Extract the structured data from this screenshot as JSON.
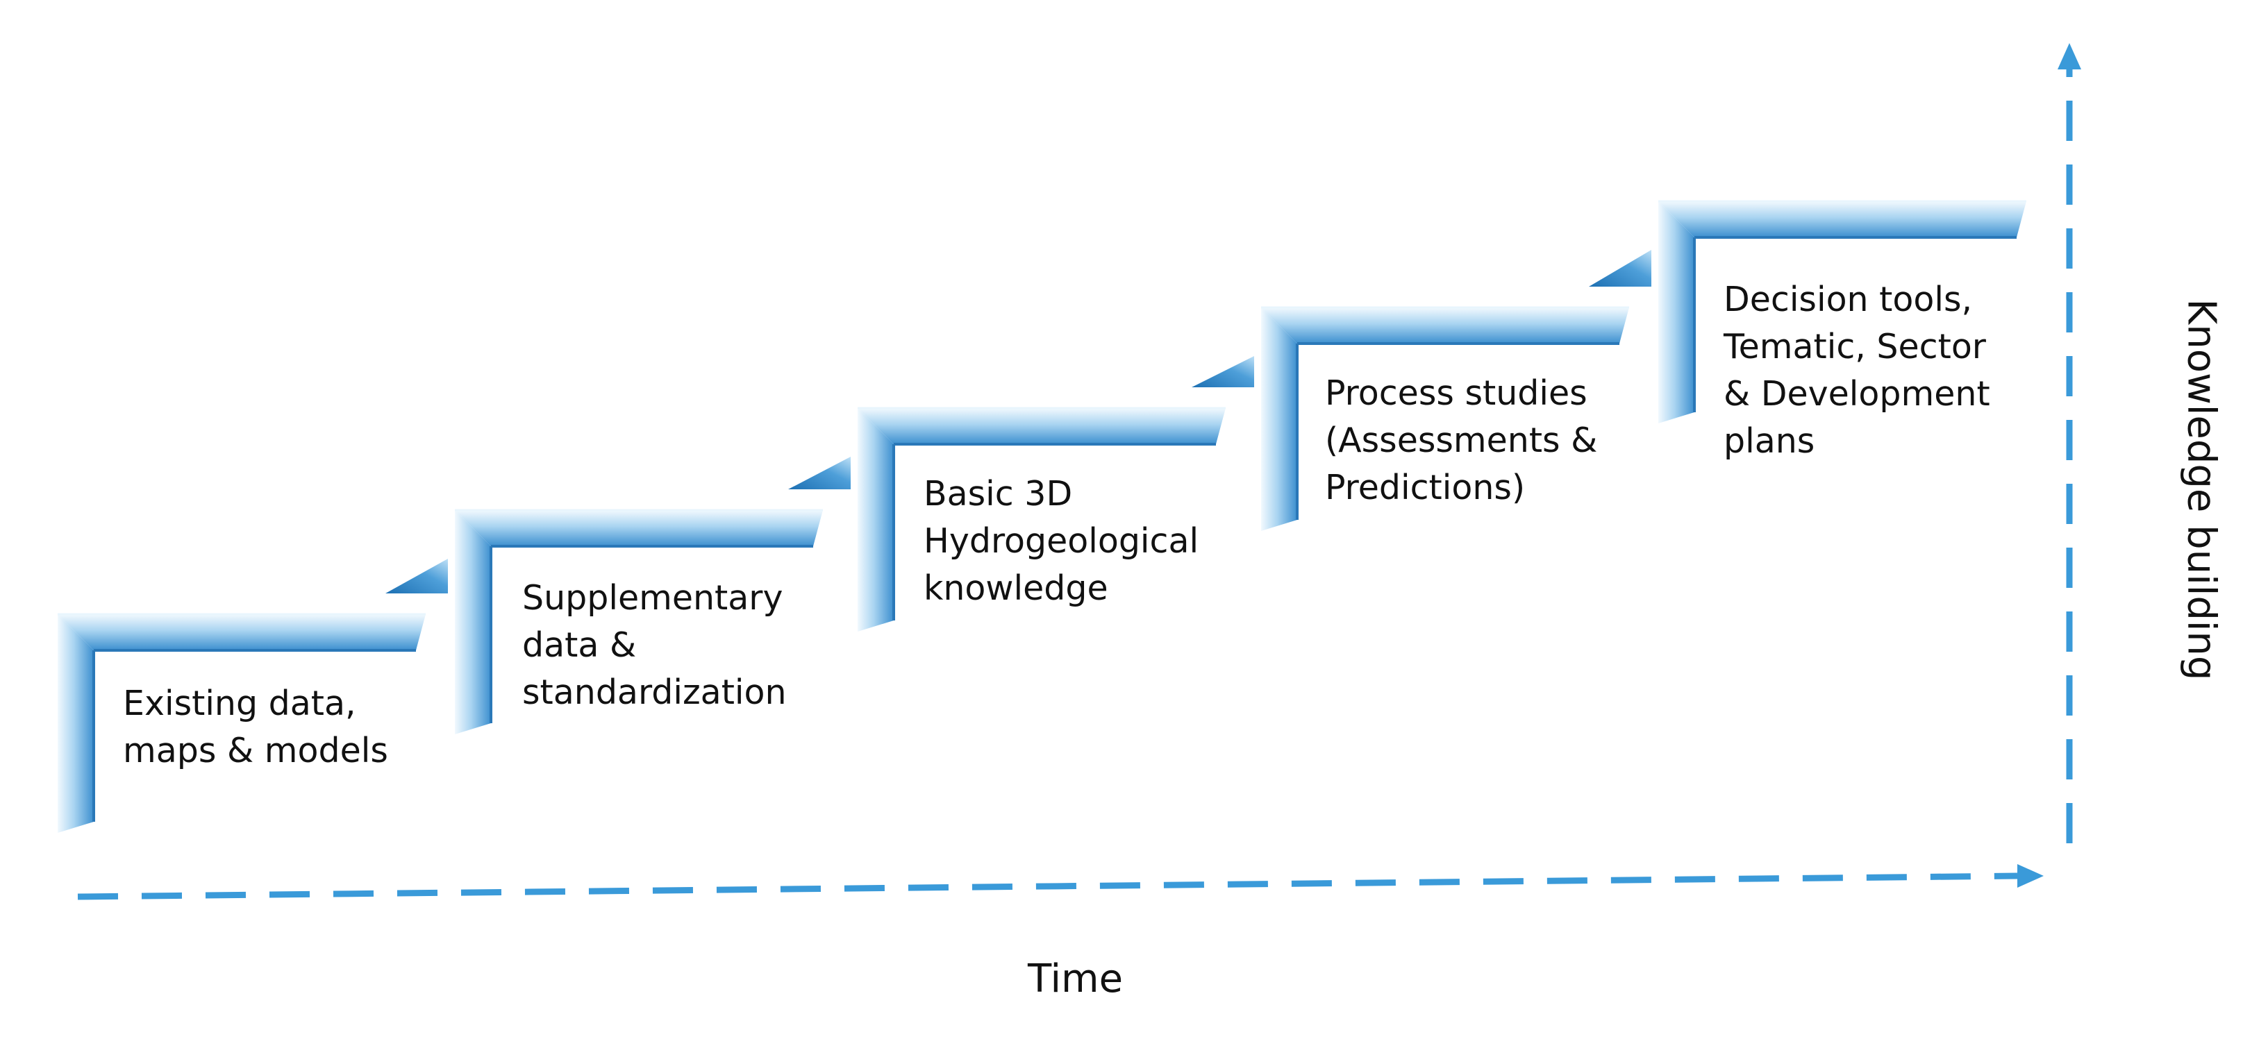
{
  "axes": {
    "x_label": "Time",
    "y_label": "Knowledge building"
  },
  "steps": [
    {
      "lines": [
        "Existing data,",
        "maps & models"
      ]
    },
    {
      "lines": [
        "Supplementary",
        "data &",
        "standardization"
      ]
    },
    {
      "lines": [
        "Basic 3D",
        "Hydrogeological",
        "knowledge"
      ]
    },
    {
      "lines": [
        "Process studies",
        "(Assessments &",
        "Predictions)"
      ]
    },
    {
      "lines": [
        "Decision tools,",
        "Tematic, Sector",
        "& Development",
        "plans"
      ]
    }
  ],
  "colors": {
    "step_light": "#d4ecf9",
    "step_mid": "#8cc4ea",
    "step_dark": "#2f84c5",
    "arrow": "#3a9ad9",
    "text": "#111111"
  }
}
